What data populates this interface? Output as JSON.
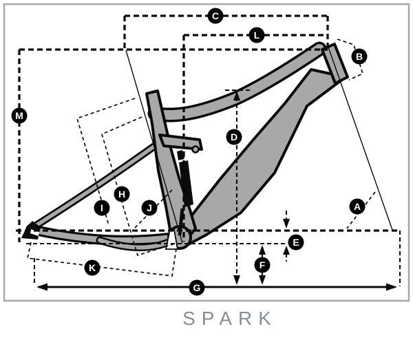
{
  "title": "SPARK",
  "labels": {
    "A": "A",
    "B": "B",
    "C": "C",
    "D": "D",
    "E": "E",
    "F": "F",
    "G": "G",
    "H": "H",
    "I": "I",
    "J": "J",
    "K": "K",
    "L": "L",
    "M": "M"
  },
  "colors": {
    "frame_gray": "#a8a8a8",
    "outline_black": "#0a0a0a",
    "border_gray": "#a9a9a9",
    "title_gray": "#868e98",
    "label_bg": "#000000",
    "label_fg": "#ffffff"
  }
}
